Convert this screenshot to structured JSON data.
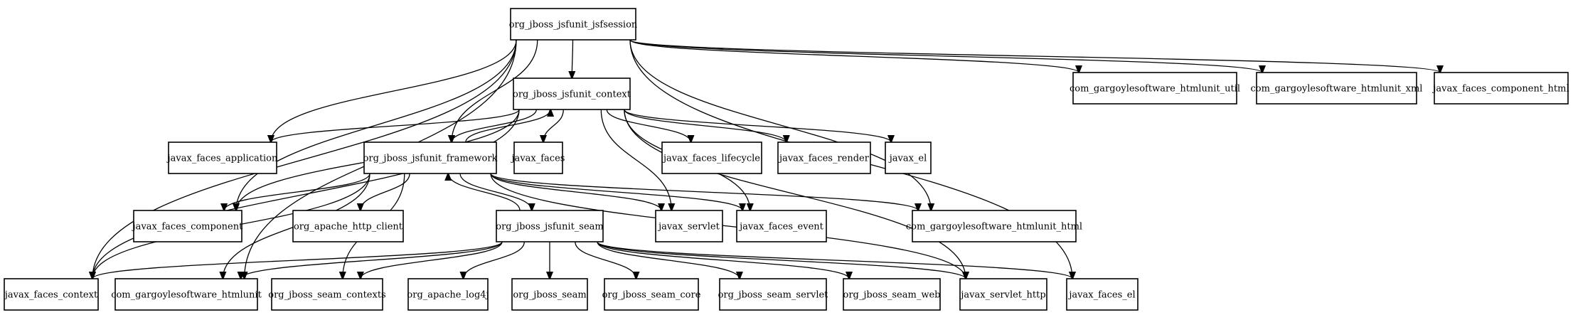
{
  "colors": {
    "background": "#ffffff",
    "stroke": "#000000",
    "text": "#000000"
  },
  "nodes": [
    {
      "id": "jsfsession",
      "label": "org_jboss_jsfunit_jsfsession"
    },
    {
      "id": "context",
      "label": "org_jboss_jsfunit_context"
    },
    {
      "id": "hu_util",
      "label": "com_gargoylesoftware_htmlunit_util"
    },
    {
      "id": "hu_xml",
      "label": "com_gargoylesoftware_htmlunit_xml"
    },
    {
      "id": "comp_html",
      "label": "javax_faces_component_html"
    },
    {
      "id": "application",
      "label": "javax_faces_application"
    },
    {
      "id": "framework",
      "label": "org_jboss_jsfunit_framework"
    },
    {
      "id": "faces",
      "label": "javax_faces"
    },
    {
      "id": "lifecycle",
      "label": "javax_faces_lifecycle"
    },
    {
      "id": "render",
      "label": "javax_faces_render"
    },
    {
      "id": "el",
      "label": "javax_el"
    },
    {
      "id": "component",
      "label": "javax_faces_component"
    },
    {
      "id": "http_client",
      "label": "org_apache_http_client"
    },
    {
      "id": "seam",
      "label": "org_jboss_jsfunit_seam"
    },
    {
      "id": "servlet",
      "label": "javax_servlet"
    },
    {
      "id": "event",
      "label": "javax_faces_event"
    },
    {
      "id": "hu_html",
      "label": "com_gargoylesoftware_htmlunit_html"
    },
    {
      "id": "faces_context",
      "label": "javax_faces_context"
    },
    {
      "id": "htmlunit",
      "label": "com_gargoylesoftware_htmlunit"
    },
    {
      "id": "seam_contexts",
      "label": "org_jboss_seam_contexts"
    },
    {
      "id": "log4j",
      "label": "org_apache_log4j"
    },
    {
      "id": "jboss_seam",
      "label": "org_jboss_seam"
    },
    {
      "id": "seam_core",
      "label": "org_jboss_seam_core"
    },
    {
      "id": "seam_servlet",
      "label": "org_jboss_seam_servlet"
    },
    {
      "id": "seam_web",
      "label": "org_jboss_seam_web"
    },
    {
      "id": "servlet_http",
      "label": "javax_servlet_http"
    },
    {
      "id": "faces_el",
      "label": "javax_faces_el"
    }
  ],
  "edges": [
    {
      "from": "jsfsession",
      "to": "context"
    },
    {
      "from": "jsfsession",
      "to": "hu_util"
    },
    {
      "from": "jsfsession",
      "to": "hu_xml"
    },
    {
      "from": "jsfsession",
      "to": "comp_html"
    },
    {
      "from": "jsfsession",
      "to": "application"
    },
    {
      "from": "jsfsession",
      "to": "framework"
    },
    {
      "from": "jsfsession",
      "to": "component"
    },
    {
      "from": "jsfsession",
      "to": "hu_html"
    },
    {
      "from": "jsfsession",
      "to": "faces_context"
    },
    {
      "from": "jsfsession",
      "to": "htmlunit"
    },
    {
      "from": "jsfsession",
      "to": "faces_el"
    },
    {
      "from": "context",
      "to": "application"
    },
    {
      "from": "context",
      "to": "framework"
    },
    {
      "from": "context",
      "to": "faces"
    },
    {
      "from": "context",
      "to": "lifecycle"
    },
    {
      "from": "context",
      "to": "render"
    },
    {
      "from": "context",
      "to": "el"
    },
    {
      "from": "context",
      "to": "component"
    },
    {
      "from": "context",
      "to": "servlet"
    },
    {
      "from": "context",
      "to": "event"
    },
    {
      "from": "context",
      "to": "faces_context"
    },
    {
      "from": "context",
      "to": "servlet_http"
    },
    {
      "from": "framework",
      "to": "context"
    },
    {
      "from": "framework",
      "to": "component"
    },
    {
      "from": "framework",
      "to": "http_client"
    },
    {
      "from": "framework",
      "to": "seam"
    },
    {
      "from": "framework",
      "to": "servlet"
    },
    {
      "from": "framework",
      "to": "event"
    },
    {
      "from": "framework",
      "to": "hu_html"
    },
    {
      "from": "framework",
      "to": "faces_context"
    },
    {
      "from": "framework",
      "to": "htmlunit"
    },
    {
      "from": "framework",
      "to": "seam_contexts"
    },
    {
      "from": "framework",
      "to": "servlet_http"
    },
    {
      "from": "seam",
      "to": "framework"
    },
    {
      "from": "seam",
      "to": "faces_context"
    },
    {
      "from": "seam",
      "to": "htmlunit"
    },
    {
      "from": "seam",
      "to": "seam_contexts"
    },
    {
      "from": "seam",
      "to": "log4j"
    },
    {
      "from": "seam",
      "to": "jboss_seam"
    },
    {
      "from": "seam",
      "to": "seam_core"
    },
    {
      "from": "seam",
      "to": "seam_servlet"
    },
    {
      "from": "seam",
      "to": "seam_web"
    },
    {
      "from": "seam",
      "to": "servlet_http"
    },
    {
      "from": "seam",
      "to": "faces_el"
    }
  ]
}
